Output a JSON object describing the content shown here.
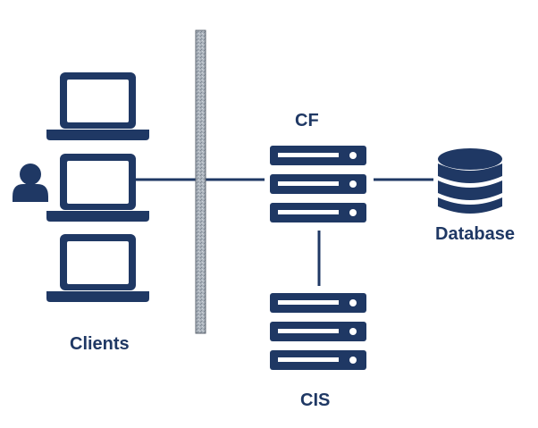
{
  "labels": {
    "clients": "Clients",
    "cf": "CF",
    "database": "Database",
    "cis": "CIS"
  },
  "icons": [
    "laptop-icon",
    "user-icon",
    "firewall-icon",
    "server-icon",
    "database-icon"
  ],
  "colors": {
    "primary": "#1f3864",
    "firewall": "#9aa3ad",
    "background": "#ffffff"
  }
}
